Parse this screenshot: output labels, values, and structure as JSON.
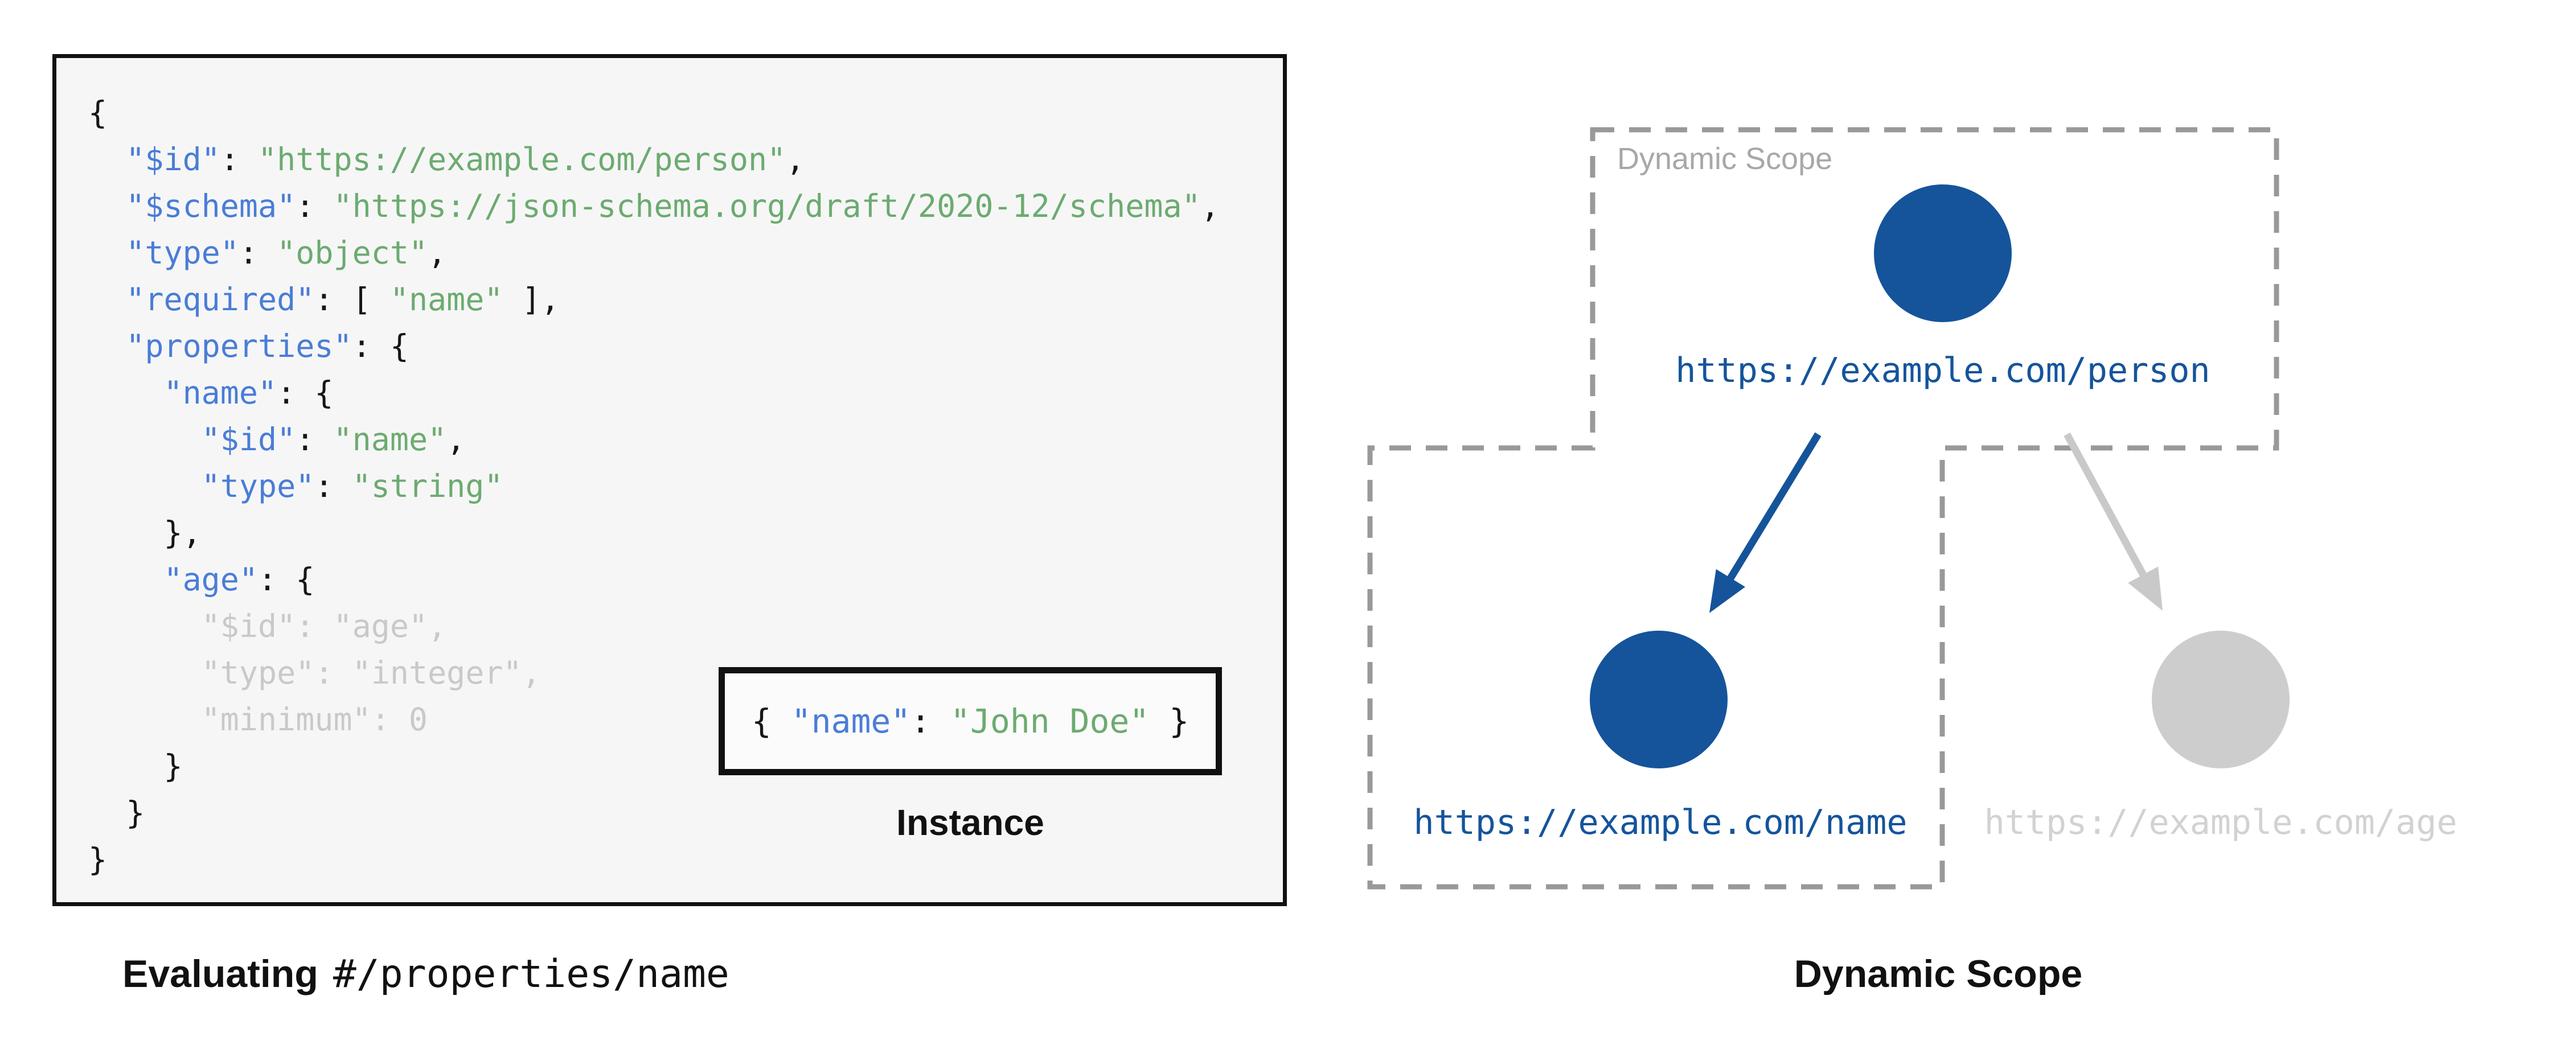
{
  "colors": {
    "code_key": "#4a7dd6",
    "code_string": "#6cab70",
    "code_dim": "#c9c9c9",
    "navy": "#15549b",
    "gray_node": "#cdcdcd",
    "gray_arrow": "#c9c9c9",
    "gray_text": "#d2d2d2",
    "dash_border": "#999999",
    "scope_label_gray": "#a8a8a8"
  },
  "schema_panel": {
    "code_lines": [
      {
        "dim": false,
        "seg": [
          [
            "p",
            "{"
          ]
        ]
      },
      {
        "dim": false,
        "seg": [
          [
            "p",
            "  "
          ],
          [
            "k",
            "\"$id\""
          ],
          [
            "p",
            ": "
          ],
          [
            "s",
            "\"https://example.com/person\""
          ],
          [
            "p",
            ","
          ]
        ]
      },
      {
        "dim": false,
        "seg": [
          [
            "p",
            "  "
          ],
          [
            "k",
            "\"$schema\""
          ],
          [
            "p",
            ": "
          ],
          [
            "s",
            "\"https://json-schema.org/draft/2020-12/schema\""
          ],
          [
            "p",
            ","
          ]
        ]
      },
      {
        "dim": false,
        "seg": [
          [
            "p",
            "  "
          ],
          [
            "k",
            "\"type\""
          ],
          [
            "p",
            ": "
          ],
          [
            "s",
            "\"object\""
          ],
          [
            "p",
            ","
          ]
        ]
      },
      {
        "dim": false,
        "seg": [
          [
            "p",
            "  "
          ],
          [
            "k",
            "\"required\""
          ],
          [
            "p",
            ": [ "
          ],
          [
            "s",
            "\"name\""
          ],
          [
            "p",
            " ],"
          ]
        ]
      },
      {
        "dim": false,
        "seg": [
          [
            "p",
            "  "
          ],
          [
            "k",
            "\"properties\""
          ],
          [
            "p",
            ": {"
          ]
        ]
      },
      {
        "dim": false,
        "seg": [
          [
            "p",
            "    "
          ],
          [
            "k",
            "\"name\""
          ],
          [
            "p",
            ": {"
          ]
        ]
      },
      {
        "dim": false,
        "seg": [
          [
            "p",
            "      "
          ],
          [
            "k",
            "\"$id\""
          ],
          [
            "p",
            ": "
          ],
          [
            "s",
            "\"name\""
          ],
          [
            "p",
            ","
          ]
        ]
      },
      {
        "dim": false,
        "seg": [
          [
            "p",
            "      "
          ],
          [
            "k",
            "\"type\""
          ],
          [
            "p",
            ": "
          ],
          [
            "s",
            "\"string\""
          ]
        ]
      },
      {
        "dim": false,
        "seg": [
          [
            "p",
            "    },"
          ]
        ]
      },
      {
        "dim": false,
        "seg": [
          [
            "p",
            "    "
          ],
          [
            "k",
            "\"age\""
          ],
          [
            "p",
            ": {"
          ]
        ]
      },
      {
        "dim": true,
        "seg": [
          [
            "p",
            "      "
          ],
          [
            "k",
            "\"$id\""
          ],
          [
            "p",
            ": "
          ],
          [
            "s",
            "\"age\""
          ],
          [
            "p",
            ","
          ]
        ]
      },
      {
        "dim": true,
        "seg": [
          [
            "p",
            "      "
          ],
          [
            "k",
            "\"type\""
          ],
          [
            "p",
            ": "
          ],
          [
            "s",
            "\"integer\""
          ],
          [
            "p",
            ","
          ]
        ]
      },
      {
        "dim": true,
        "seg": [
          [
            "p",
            "      "
          ],
          [
            "k",
            "\"minimum\""
          ],
          [
            "p",
            ": 0"
          ]
        ]
      },
      {
        "dim": false,
        "seg": [
          [
            "p",
            "    }"
          ]
        ]
      },
      {
        "dim": false,
        "seg": [
          [
            "p",
            "  }"
          ]
        ]
      },
      {
        "dim": false,
        "seg": [
          [
            "p",
            "}"
          ]
        ]
      }
    ],
    "instance": {
      "seg": [
        [
          "p",
          "{ "
        ],
        [
          "k",
          "\"name\""
        ],
        [
          "p",
          ": "
        ],
        [
          "s",
          "\"John Doe\""
        ],
        [
          "p",
          " }"
        ]
      ],
      "label": "Instance"
    },
    "caption_bold": "Evaluating",
    "caption_mono": "#/properties/name"
  },
  "diagram": {
    "scope_label": "Dynamic Scope",
    "caption": "Dynamic Scope",
    "nodes": {
      "person": {
        "url": "https://example.com/person",
        "state": "in dynamic scope"
      },
      "name": {
        "url": "https://example.com/name",
        "state": "in dynamic scope"
      },
      "age": {
        "url": "https://example.com/age",
        "state": "outside dynamic scope"
      }
    }
  }
}
